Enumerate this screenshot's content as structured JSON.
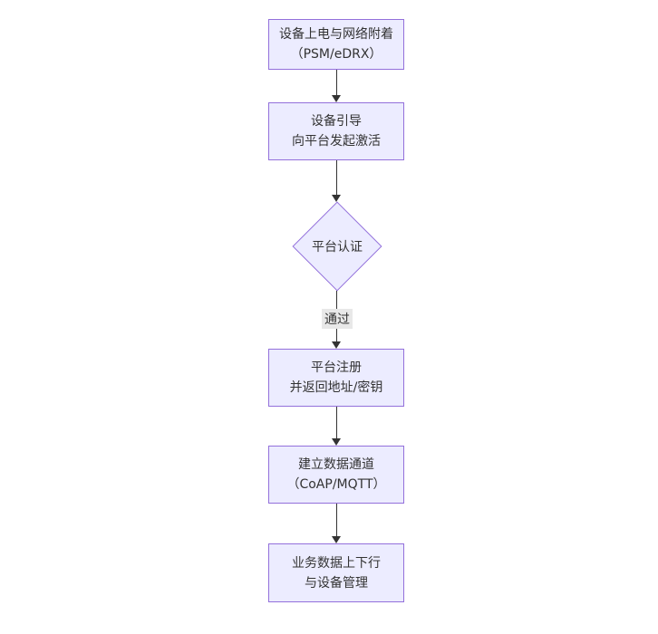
{
  "diagram": {
    "type": "flowchart",
    "direction": "top-down",
    "colors": {
      "background": "#ffffff",
      "node_fill": "#ececff",
      "node_border": "#9370db",
      "edge": "#333333",
      "edge_label_bg": "#e8e8e8",
      "text": "#333333"
    },
    "nodes": [
      {
        "id": "n1",
        "shape": "rect",
        "lines": [
          "设备上电与网络附着",
          "（PSM/eDRX）"
        ]
      },
      {
        "id": "n2",
        "shape": "rect",
        "lines": [
          "设备引导",
          "向平台发起激活"
        ]
      },
      {
        "id": "n3",
        "shape": "diamond",
        "lines": [
          "平台认证"
        ]
      },
      {
        "id": "n4",
        "shape": "rect",
        "lines": [
          "平台注册",
          "并返回地址/密钥"
        ]
      },
      {
        "id": "n5",
        "shape": "rect",
        "lines": [
          "建立数据通道",
          "（CoAP/MQTT）"
        ]
      },
      {
        "id": "n6",
        "shape": "rect",
        "lines": [
          "业务数据上下行",
          "与设备管理"
        ]
      }
    ],
    "edges": [
      {
        "from": "n1",
        "to": "n2",
        "label": ""
      },
      {
        "from": "n2",
        "to": "n3",
        "label": ""
      },
      {
        "from": "n3",
        "to": "n4",
        "label": "通过"
      },
      {
        "from": "n4",
        "to": "n5",
        "label": ""
      },
      {
        "from": "n5",
        "to": "n6",
        "label": ""
      }
    ]
  }
}
